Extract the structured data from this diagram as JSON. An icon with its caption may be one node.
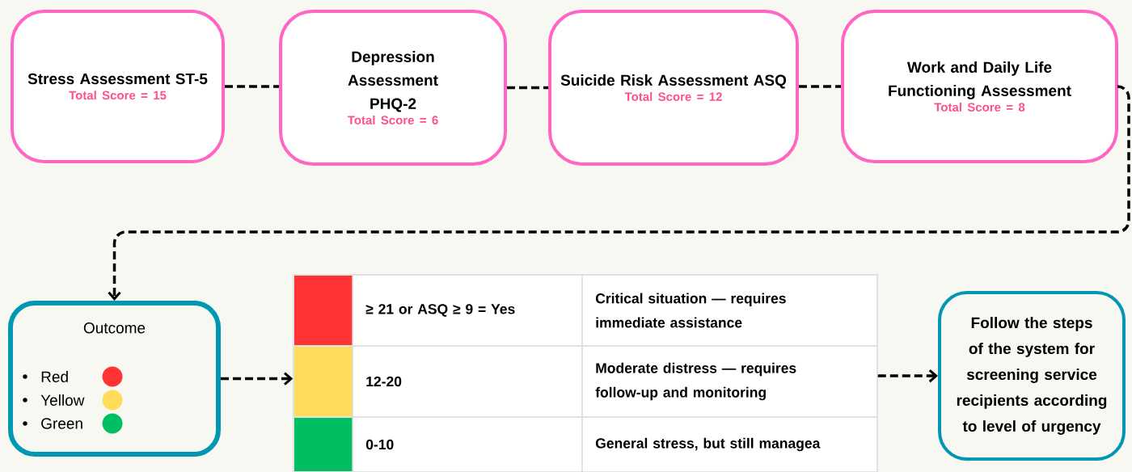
{
  "diagram": {
    "nodes": [
      {
        "text": [
          "Stress Assessment ST-5",
          "Total Score = 15"
        ]
      },
      {
        "text": [
          "Depression Assessment PHQ-2",
          "Total Score = 6"
        ]
      },
      {
        "text": [
          "Suicide Risk Assessment ASQ",
          "Total Score = 12"
        ]
      },
      {
        "text": [
          "Work and Daily Life Functioning Assessment",
          "Total Score = 8"
        ]
      },
      {
        "text": [
          "Outcome"
        ]
      },
      {
        "text": [
          "≥ 21 or ASQ ≥ 9 = Yes",
          "Critical situation — requires immediate assistance",
          "12-20",
          "Moderate distress — requires follow-up and monitoring",
          "0-10",
          "General stress, but still managea"
        ]
      },
      {
        "text": [
          "Follow the steps of the system for screening service recipients according to level of urgency"
        ]
      }
    ],
    "edges": [
      {
        "from": 0,
        "to": 1,
        "arrow": "none",
        "style": "dashed"
      },
      {
        "from": 1,
        "to": 2,
        "arrow": "none",
        "style": "dashed"
      },
      {
        "from": 2,
        "to": 3,
        "arrow": "none",
        "style": "dashed"
      },
      {
        "from": 3,
        "to": 4,
        "arrow": "to",
        "style": "dashed"
      },
      {
        "from": 4,
        "to": 5,
        "arrow": "to",
        "style": "dashed"
      },
      {
        "from": 5,
        "to": 6,
        "arrow": "to",
        "style": "dashed"
      }
    ],
    "legend": [
      {
        "text": "Red",
        "color": "#ff3333"
      },
      {
        "text": "Yellow",
        "color": "#ffdc5a"
      },
      {
        "text": "Green",
        "color": "#00bf63"
      }
    ]
  }
}
